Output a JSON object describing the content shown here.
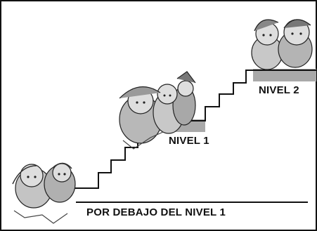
{
  "labels": {
    "level_2": "NIVEL 2",
    "level_1": "NIVEL 1",
    "below_level_1": "POR DEBAJO DEL NIVEL 1"
  },
  "colors": {
    "line": "#111111",
    "platform": "#a9a9a9",
    "figure_fill": "#b8b8b8",
    "figure_light": "#dedede"
  },
  "figures": [
    {
      "group": "figures-bottom",
      "depicts": "two children at the foot of the stairs"
    },
    {
      "group": "figures-middle",
      "depicts": "group of children on the first landing"
    },
    {
      "group": "figures-top",
      "depicts": "two children on the top landing"
    }
  ]
}
